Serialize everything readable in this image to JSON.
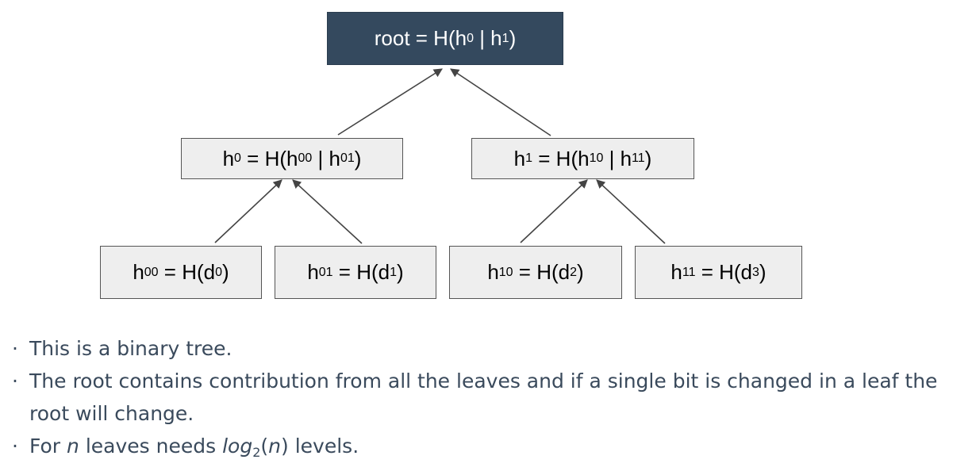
{
  "nodes": {
    "root": {
      "text": "root = H(h",
      "s1": "0",
      "mid": " | h",
      "s2": "1",
      "end": ")"
    },
    "h0": {
      "base": "h",
      "sub": "0",
      "eq": " = H(h",
      "s1": "00",
      "mid": " | h",
      "s2": "01",
      "end": ")"
    },
    "h1": {
      "base": "h",
      "sub": "1",
      "eq": " = H(h",
      "s1": "10",
      "mid": " | h",
      "s2": "11",
      "end": ")"
    },
    "h00": {
      "base": "h",
      "sub": "00",
      "eq": " = H(d",
      "dsub": "0",
      "end": ")"
    },
    "h01": {
      "base": "h",
      "sub": "01",
      "eq": " = H(d",
      "dsub": "1",
      "end": ")"
    },
    "h10": {
      "base": "h",
      "sub": "10",
      "eq": " = H(d",
      "dsub": "2",
      "end": ")"
    },
    "h11": {
      "base": "h",
      "sub": "11",
      "eq": " = H(d",
      "dsub": "3",
      "end": ")"
    }
  },
  "bullets": [
    {
      "text": "This is a binary tree."
    },
    {
      "text": "The root contains contribution from all the leaves and if a single bit is changed in a leaf the root will change."
    },
    {
      "pre": "For ",
      "n1": "n",
      "mid": " leaves needs ",
      "log": "log",
      "base": "2",
      "open": "(",
      "n2": "n",
      "close": ")",
      "post": " levels."
    }
  ],
  "bullet_marker": "·",
  "colors": {
    "root_fill": "#34495e",
    "node_fill": "#eeeeee",
    "node_border": "#555555",
    "edge": "#444444",
    "bullet_text": "#3a4a5c"
  }
}
